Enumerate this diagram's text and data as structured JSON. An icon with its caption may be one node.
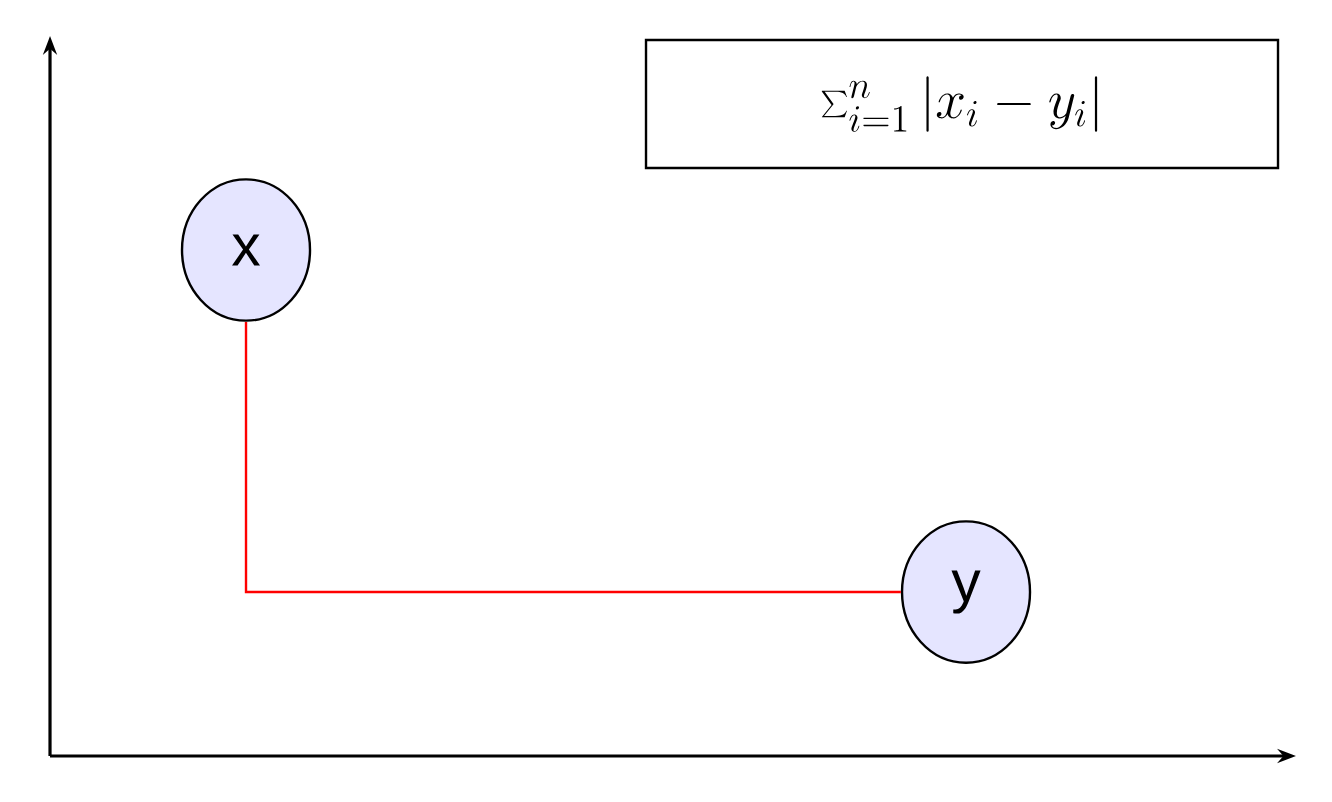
{
  "diagram": {
    "nodes": [
      {
        "text": [
          "x"
        ]
      },
      {
        "text": [
          "y"
        ]
      },
      {
        "text": [
          "\\sum_{i=1}^{n}|x_i - y_i|"
        ]
      }
    ],
    "edges": [
      {
        "from": 0,
        "to": 1,
        "arrow": "none",
        "color": "#ff0000"
      }
    ]
  }
}
